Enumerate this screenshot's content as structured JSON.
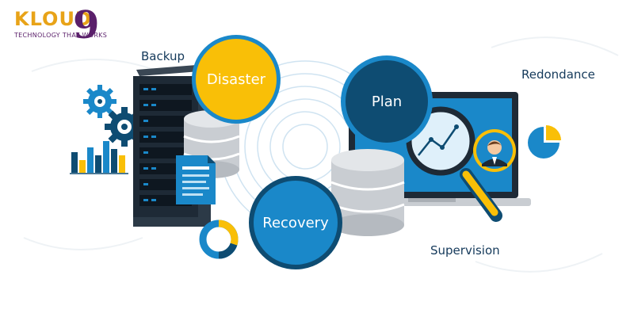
{
  "logo": {
    "word": "KLOUD",
    "nine": "9",
    "tagline": "TECHNOLOGY THAT WORKS"
  },
  "labels": {
    "backup": "Backup",
    "disaster": "Disaster",
    "plan": "Plan",
    "redondance": "Redondance",
    "recovery": "Recovery",
    "supervision": "Supervision"
  },
  "colors": {
    "navy": "#0E4C72",
    "blue": "#1A88C9",
    "yellow": "#F9BF07",
    "server_dark": "#1E2A36",
    "gray": "#C9CDD2",
    "logo_orange": "#E8A318",
    "logo_purple": "#5A1F6A"
  },
  "icons": [
    "gear-icon",
    "bar-chart-icon",
    "server-rack-icon",
    "database-icon",
    "document-icon",
    "donut-chart-icon",
    "monitor-icon",
    "magnifier-icon",
    "user-avatar-icon",
    "pie-chart-icon",
    "wifi-rings-icon"
  ]
}
